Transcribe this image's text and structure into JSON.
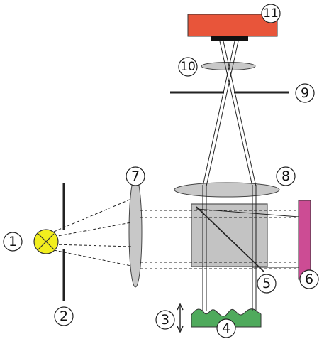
{
  "labels": {
    "lamp": "1",
    "aperture": "2",
    "z_motion": "3",
    "sample": "4",
    "beam_splitter": "5",
    "reference_mirror": "6",
    "condenser_lens": "7",
    "objective_lens": "8",
    "aperture_stop": "9",
    "tube_lens": "10",
    "camera": "11"
  },
  "colors": {
    "lamp_fill": "#f2ee1e",
    "camera_body": "#e8553a",
    "camera_sensor": "#111111",
    "sample_fill": "#4faa5c",
    "mirror_fill": "#cc4c94",
    "cube_fill": "#c3c3c3",
    "lens_fill": "#c8c8c8",
    "ray_color": "#222222"
  }
}
